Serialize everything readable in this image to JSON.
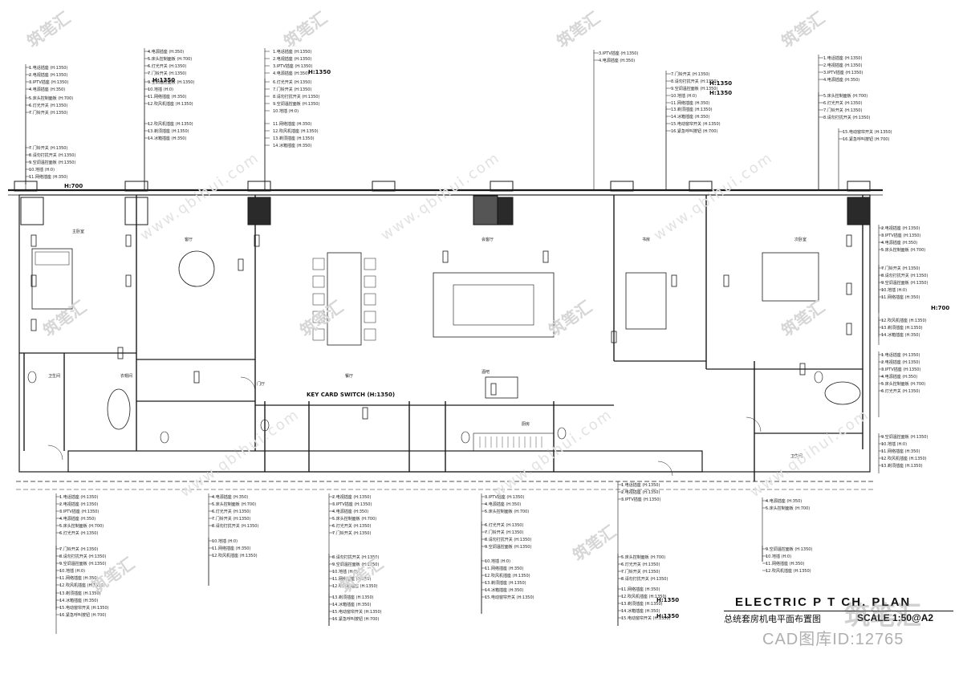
{
  "drawing": {
    "title_en": "ELECTRIC P    T  CH. PLAN",
    "title_cn": "总统套房机电平面布置图",
    "scale": "SCALE  1:50@A2"
  },
  "watermark": {
    "brand": "筑笔汇",
    "id_text": "CAD图库ID:12765",
    "site_text": "www.qbihui.com"
  },
  "callouts": {
    "key_card": "KEY CARD SWITCH (H:1350)",
    "h700_a": "H:700",
    "h1350_a": "H:1350",
    "h1350_b": "H:1350",
    "h1350_c": "H:1350",
    "h1350_d": "H:1350",
    "h700_b": "H:700",
    "h1350_e": "H:1350",
    "h1350_f": "H:1350"
  },
  "legend_lines": [
    "1.电话插座 (H:1350)",
    "2.电视插座 (H:1350)",
    "3.IPTV插座 (H:1350)",
    "4.电源插座 (H:350)",
    "5.床头控制面板 (H:700)",
    "6.灯光开关 (H:1350)",
    "7.门铃开关 (H:1350)",
    "8.请勿打扰开关 (H:1350)",
    "9.空调温控面板 (H:1350)",
    "10.地插 (H:0)",
    "11.网络插座 (H:350)",
    "12.吹风机插座 (H:1350)",
    "13.剃须插座 (H:1350)",
    "14.冰箱插座 (H:350)",
    "15.电动窗帘开关 (H:1350)",
    "16.紧急呼叫按钮 (H:700)"
  ],
  "room_labels": [
    "主卧室",
    "卫生间",
    "衣帽间",
    "客厅",
    "餐厅",
    "会客厅",
    "书房",
    "厨房",
    "次卧室",
    "门厅",
    "酒吧",
    "卫生间"
  ]
}
